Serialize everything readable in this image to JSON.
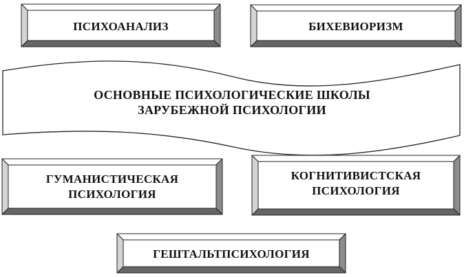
{
  "banner": {
    "line1": "ОСНОВНЫЕ ПСИХОЛОГИЧЕСКИЕ ШКОЛЫ",
    "line2": "ЗАРУБЕЖНОЙ ПСИХОЛОГИИ"
  },
  "schools": {
    "psychoanalysis": {
      "label": "ПСИХОАНАЛИЗ"
    },
    "behaviorism": {
      "label": "БИХЕВИОРИЗМ"
    },
    "humanistic": {
      "line1": "ГУМАНИСТИЧЕСКАЯ",
      "line2": "ПСИХОЛОГИЯ"
    },
    "cognitive": {
      "line1": "КОГНИТИВИСТСКАЯ",
      "line2": "ПСИХОЛОГИЯ"
    },
    "gestalt": {
      "label": "ГЕШТАЛЬТПСИХОЛОГИЯ"
    }
  },
  "colors": {
    "bevel_top": "#ffffff",
    "bevel_left": "#d4d4d4",
    "bevel_right": "#8c8c8c",
    "bevel_bottom": "#666666",
    "border": "#222222"
  }
}
